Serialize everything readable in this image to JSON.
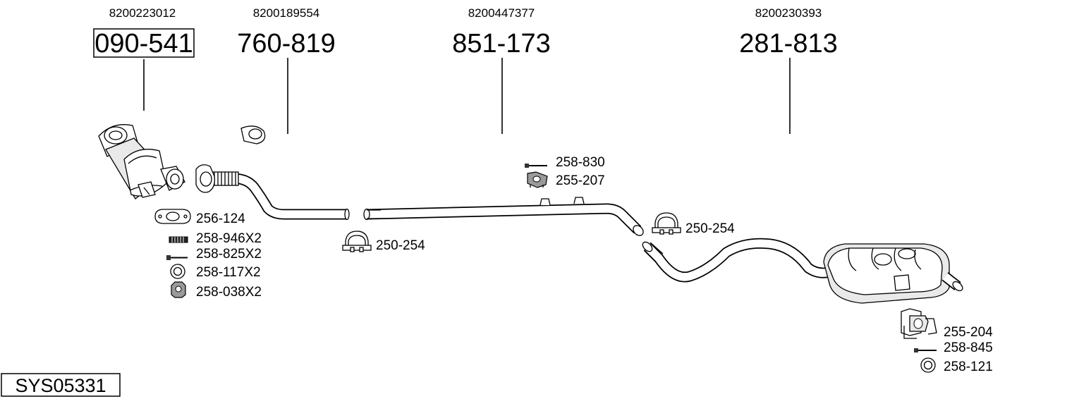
{
  "system_code": "SYS05331",
  "components": [
    {
      "oem_number": "8200223012",
      "part_number": "090-541"
    },
    {
      "oem_number": "8200189554",
      "part_number": "760-819"
    },
    {
      "oem_number": "8200447377",
      "part_number": "851-173"
    },
    {
      "oem_number": "8200230393",
      "part_number": "281-813"
    }
  ],
  "accessories": {
    "group1": [
      "256-124",
      "258-946X2",
      "258-825X2",
      "258-117X2",
      "258-038X2"
    ],
    "clamp_1": "250-254",
    "group2": [
      "258-830",
      "255-207"
    ],
    "clamp_2": "250-254",
    "group3": [
      "255-204",
      "258-845",
      "258-121"
    ]
  },
  "icons": {
    "gasket": "gasket-icon",
    "spring": "spring-icon",
    "bolt": "bolt-icon",
    "ring": "ring-icon",
    "nut": "nut-icon",
    "clamp": "clamp-icon",
    "rubber_mount": "rubber-mount-icon",
    "bracket": "bracket-icon"
  },
  "colors": {
    "line": "#000000",
    "background": "#ffffff",
    "shade": "#e9e9e9"
  }
}
